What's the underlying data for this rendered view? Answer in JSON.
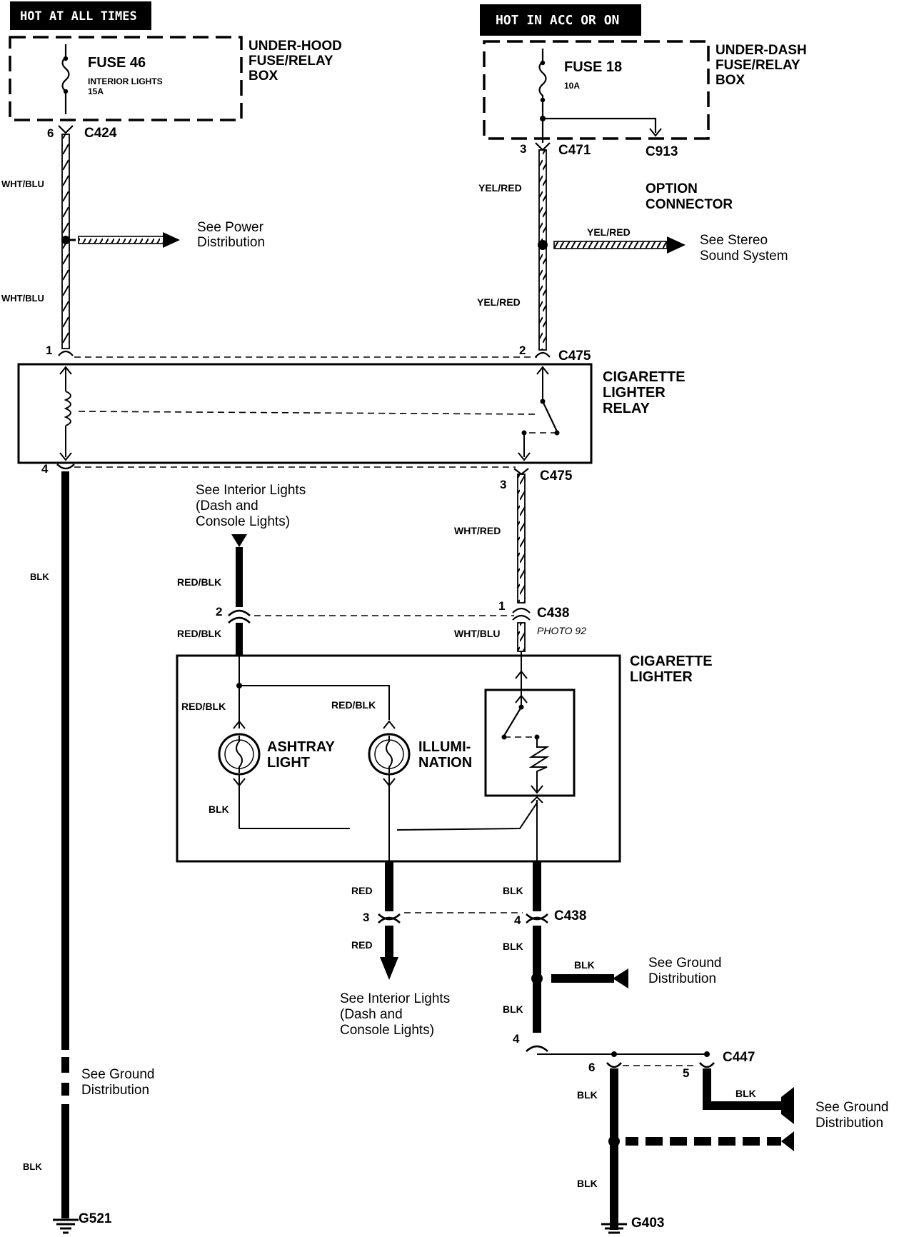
{
  "headers": {
    "left": "HOT AT ALL TIMES",
    "right": "HOT IN ACC OR ON"
  },
  "fuse_boxes": {
    "under_hood": {
      "title": [
        "UNDER-HOOD",
        "FUSE/RELAY",
        "BOX"
      ],
      "fuse": "FUSE 46",
      "desc": "INTERIOR LIGHTS",
      "rating": "15A"
    },
    "under_dash": {
      "title": [
        "UNDER-DASH",
        "FUSE/RELAY",
        "BOX"
      ],
      "fuse": "FUSE 18",
      "rating": "10A"
    }
  },
  "connectors": {
    "c424": "C424",
    "c471": "C471",
    "c913": "C913",
    "c475": "C475",
    "c438": "C438",
    "c447": "C447",
    "photo": "PHOTO 92"
  },
  "pins": {
    "p6": "6",
    "p3": "3",
    "p1": "1",
    "p2": "2",
    "p4": "4",
    "p5": "5"
  },
  "wires": {
    "wht_blu": "WHT/BLU",
    "yel_red": "YEL/RED",
    "blk": "BLK",
    "red_blk": "RED/BLK",
    "wht_red": "WHT/RED",
    "red": "RED"
  },
  "components": {
    "relay": [
      "CIGARETTE",
      "LIGHTER",
      "RELAY"
    ],
    "lighter": [
      "CIGARETTE",
      "LIGHTER"
    ],
    "ashtray": [
      "ASHTRAY",
      "LIGHT"
    ],
    "illumination": [
      "ILLUMI-",
      "NATION"
    ],
    "option": [
      "OPTION",
      "CONNECTOR"
    ]
  },
  "references": {
    "power": [
      "See Power",
      "Distribution"
    ],
    "stereo": [
      "See Stereo",
      "Sound System"
    ],
    "interior_top": [
      "See Interior Lights",
      "(Dash and",
      "Console Lights)"
    ],
    "interior_bottom": [
      "See Interior Lights",
      "(Dash and",
      "Console Lights)"
    ],
    "ground": [
      "See Ground",
      "Distribution"
    ]
  },
  "grounds": {
    "g521": "G521",
    "g403": "G403"
  }
}
